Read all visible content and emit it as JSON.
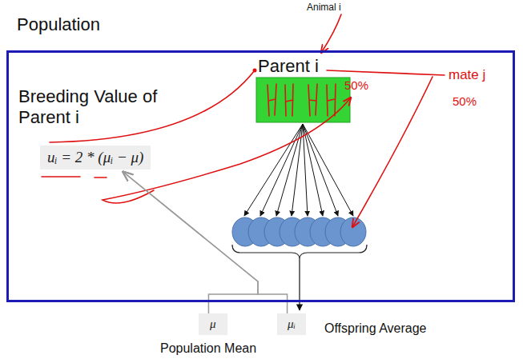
{
  "diagram": {
    "nodes": [
      {
        "text": [
          "Population"
        ]
      },
      {
        "text": [
          "uᵢ = 2 * (μᵢ − μ)"
        ],
        "in": 0
      },
      {
        "text": [
          "μ"
        ]
      },
      {
        "text": [
          "μᵢ"
        ]
      }
    ],
    "edges": [
      {
        "from": 2,
        "to": 1,
        "arrow": "to"
      },
      {
        "from": 3,
        "to": 1,
        "arrow": "to"
      }
    ],
    "labels": [
      "Animal i",
      "Parent i",
      "Breeding Value of Parent i",
      "Offspring Average",
      "Population Mean",
      "50%",
      "mate j",
      "50%"
    ]
  }
}
